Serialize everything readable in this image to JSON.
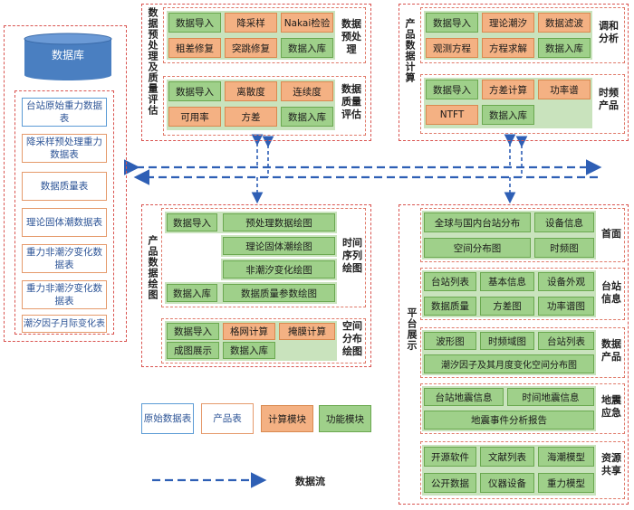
{
  "database": {
    "title": "数据库",
    "tables": [
      "台站原始重力数据表",
      "降采样预处理重力数据表",
      "数据质量表",
      "理论固体潮数据表",
      "重力非潮汐变化数据表",
      "重力非潮汐变化数据表",
      "潮汐因子月际变化表"
    ]
  },
  "preprocess": {
    "section_label": "数据预处理及质量评估",
    "sub1_label": "数据预处理",
    "sub1_row1": [
      "数据导入",
      "降采样",
      "Nakai检验"
    ],
    "sub1_row2": [
      "粗差修复",
      "突跳修复",
      "数据入库"
    ],
    "sub2_label": "数据质量评估",
    "sub2_row1": [
      "数据导入",
      "离散度",
      "连续度"
    ],
    "sub2_row2": [
      "可用率",
      "方差",
      "数据入库"
    ]
  },
  "product_calc": {
    "section_label": "产品数据计算",
    "sub1_label": "调和分析",
    "sub1_row1": [
      "数据导入",
      "理论潮汐",
      "数据滤波"
    ],
    "sub1_row2": [
      "观测方程",
      "方程求解",
      "数据入库"
    ],
    "sub2_label": "时频产品",
    "sub2_row1": [
      "数据导入",
      "方差计算",
      "功率谱"
    ],
    "sub2_row2": [
      "NTFT",
      "数据入库"
    ]
  },
  "plotting": {
    "section_label": "产品数据绘图",
    "sub1_label": "时间序列绘图",
    "sub1_items": [
      "数据导入",
      "预处理数据绘图",
      "理论固体潮绘图",
      "非潮汐变化绘图",
      "数据入库",
      "数据质量参数绘图"
    ],
    "sub2_label": "空间分布绘图",
    "sub2_row1": [
      "数据导入",
      "格网计算",
      "掩膜计算"
    ],
    "sub2_row2": [
      "成图展示",
      "数据入库"
    ]
  },
  "platform": {
    "section_label": "平台展示",
    "home_label": "首面",
    "home_row1": [
      "全球与国内台站分布",
      "设备信息"
    ],
    "home_row2": [
      "空间分布图",
      "时频图"
    ],
    "station_label": "台站信息",
    "station_row1": [
      "台站列表",
      "基本信息",
      "设备外观"
    ],
    "station_row2": [
      "数据质量",
      "方差图",
      "功率谱图"
    ],
    "product_label": "数据产品",
    "product_row1": [
      "波形图",
      "时频域图",
      "台站列表"
    ],
    "product_row2": [
      "潮汐因子及其月度变化空间分布图"
    ],
    "quake_label": "地震应急",
    "quake_row1": [
      "台站地震信息",
      "时间地震信息"
    ],
    "quake_row2": [
      "地震事件分析报告"
    ],
    "share_label": "资源共享",
    "share_row1": [
      "开源软件",
      "文献列表",
      "海潮模型"
    ],
    "share_row2": [
      "公开数据",
      "仪器设备",
      "重力模型"
    ]
  },
  "legend": {
    "raw_table": "原始数据表",
    "product_table": "产品表",
    "calc_module": "计算模块",
    "func_module": "功能模块",
    "data_flow": "数据流"
  },
  "colors": {
    "db_blue": "#4a7fc1",
    "green": "#9fd08a",
    "orange": "#f4b183",
    "arrow": "#2e5fb5",
    "dash_red": "#d9534f"
  }
}
